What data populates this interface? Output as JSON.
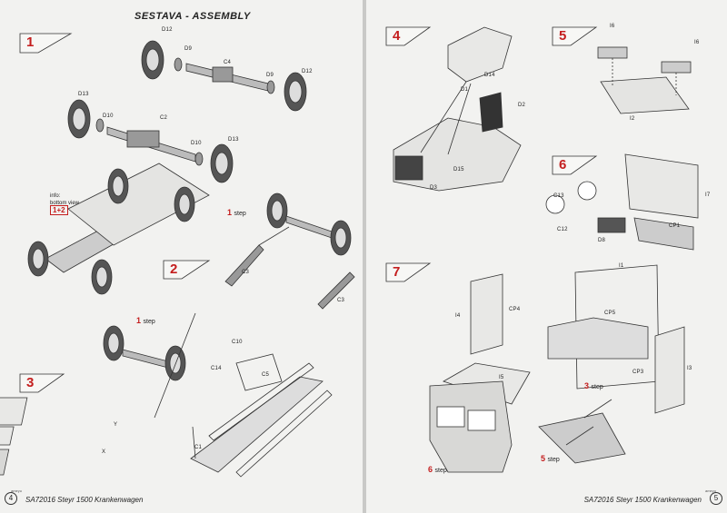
{
  "left_page": {
    "title": "SESTAVA - ASSEMBLY",
    "page_number": "4",
    "footer": "SA72016  Steyr 1500 Krankenwagen",
    "brand": "ameyu",
    "steps": [
      "1",
      "2",
      "3"
    ],
    "info": {
      "line1": "info:",
      "line2": "bottom view",
      "ref": "1+2"
    },
    "step_refs": [
      {
        "num": "1",
        "word": "step"
      },
      {
        "num": "1",
        "word": "step"
      }
    ],
    "labels": [
      "D12",
      "D9",
      "C4",
      "D9",
      "D12",
      "D13",
      "D10",
      "C2",
      "D10",
      "D13",
      "C3",
      "C3",
      "C10",
      "C14",
      "C5",
      "C1",
      "Y",
      "X"
    ]
  },
  "right_page": {
    "page_number": "5",
    "footer": "SA72016  Steyr 1500 Krankenwagen",
    "brand": "ameyu",
    "steps": [
      "4",
      "5",
      "6",
      "7"
    ],
    "step_refs": [
      {
        "num": "3",
        "word": "step"
      },
      {
        "num": "6",
        "word": "step"
      },
      {
        "num": "5",
        "word": "step"
      }
    ],
    "labels": [
      "D14",
      "D1",
      "D2",
      "D15",
      "D3",
      "I6",
      "I6",
      "I2",
      "C13",
      "C12",
      "D8",
      "CP1",
      "I7",
      "I1",
      "CP5",
      "I4",
      "CP4",
      "I5",
      "CP3",
      "I3"
    ]
  },
  "colors": {
    "accent": "#c41e1e",
    "page": "#f2f2f0",
    "line": "#333333"
  }
}
